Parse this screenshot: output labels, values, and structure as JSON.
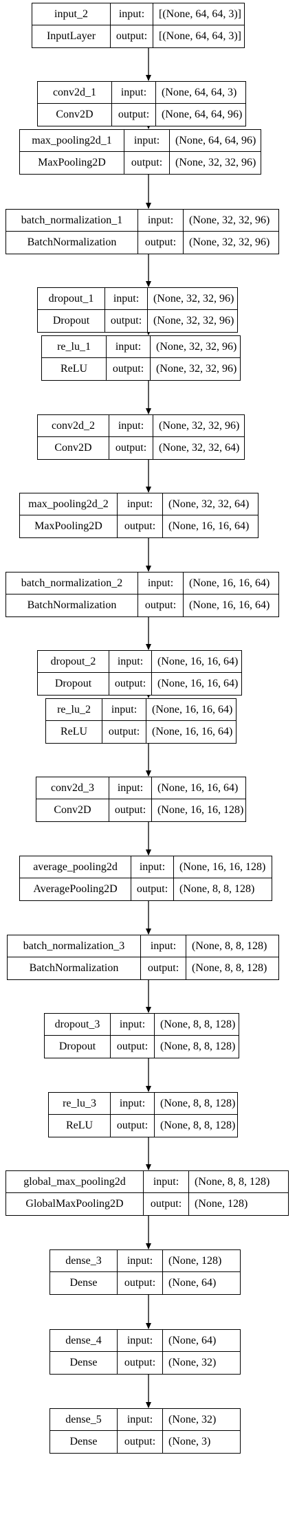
{
  "diagram": {
    "input_label": "input:",
    "output_label": "output:",
    "layers": [
      {
        "name": "input_2",
        "type": "InputLayer",
        "input": "[(None, 64, 64, 3)]",
        "output": "[(None, 64, 64, 3)]"
      },
      {
        "name": "conv2d_1",
        "type": "Conv2D",
        "input": "(None, 64, 64, 3)",
        "output": "(None, 64, 64, 96)"
      },
      {
        "name": "max_pooling2d_1",
        "type": "MaxPooling2D",
        "input": "(None, 64, 64, 96)",
        "output": "(None, 32, 32, 96)"
      },
      {
        "name": "batch_normalization_1",
        "type": "BatchNormalization",
        "input": "(None, 32, 32, 96)",
        "output": "(None, 32, 32, 96)"
      },
      {
        "name": "dropout_1",
        "type": "Dropout",
        "input": "(None, 32, 32, 96)",
        "output": "(None, 32, 32, 96)"
      },
      {
        "name": "re_lu_1",
        "type": "ReLU",
        "input": "(None, 32, 32, 96)",
        "output": "(None, 32, 32, 96)"
      },
      {
        "name": "conv2d_2",
        "type": "Conv2D",
        "input": "(None, 32, 32, 96)",
        "output": "(None, 32, 32, 64)"
      },
      {
        "name": "max_pooling2d_2",
        "type": "MaxPooling2D",
        "input": "(None, 32, 32, 64)",
        "output": "(None, 16, 16, 64)"
      },
      {
        "name": "batch_normalization_2",
        "type": "BatchNormalization",
        "input": "(None, 16, 16, 64)",
        "output": "(None, 16, 16, 64)"
      },
      {
        "name": "dropout_2",
        "type": "Dropout",
        "input": "(None, 16, 16, 64)",
        "output": "(None, 16, 16, 64)"
      },
      {
        "name": "re_lu_2",
        "type": "ReLU",
        "input": "(None, 16, 16, 64)",
        "output": "(None, 16, 16, 64)"
      },
      {
        "name": "conv2d_3",
        "type": "Conv2D",
        "input": "(None, 16, 16, 64)",
        "output": "(None, 16, 16, 128)"
      },
      {
        "name": "average_pooling2d",
        "type": "AveragePooling2D",
        "input": "(None, 16, 16, 128)",
        "output": "(None, 8, 8, 128)"
      },
      {
        "name": "batch_normalization_3",
        "type": "BatchNormalization",
        "input": "(None, 8, 8, 128)",
        "output": "(None, 8, 8, 128)"
      },
      {
        "name": "dropout_3",
        "type": "Dropout",
        "input": "(None, 8, 8, 128)",
        "output": "(None, 8, 8, 128)"
      },
      {
        "name": "re_lu_3",
        "type": "ReLU",
        "input": "(None, 8, 8, 128)",
        "output": "(None, 8, 8, 128)"
      },
      {
        "name": "global_max_pooling2d",
        "type": "GlobalMaxPooling2D",
        "input": "(None, 8, 8, 128)",
        "output": "(None, 128)"
      },
      {
        "name": "dense_3",
        "type": "Dense",
        "input": "(None, 128)",
        "output": "(None, 64)"
      },
      {
        "name": "dense_4",
        "type": "Dense",
        "input": "(None, 64)",
        "output": "(None, 32)"
      },
      {
        "name": "dense_5",
        "type": "Dense",
        "input": "(None, 32)",
        "output": "(None, 3)"
      }
    ]
  }
}
